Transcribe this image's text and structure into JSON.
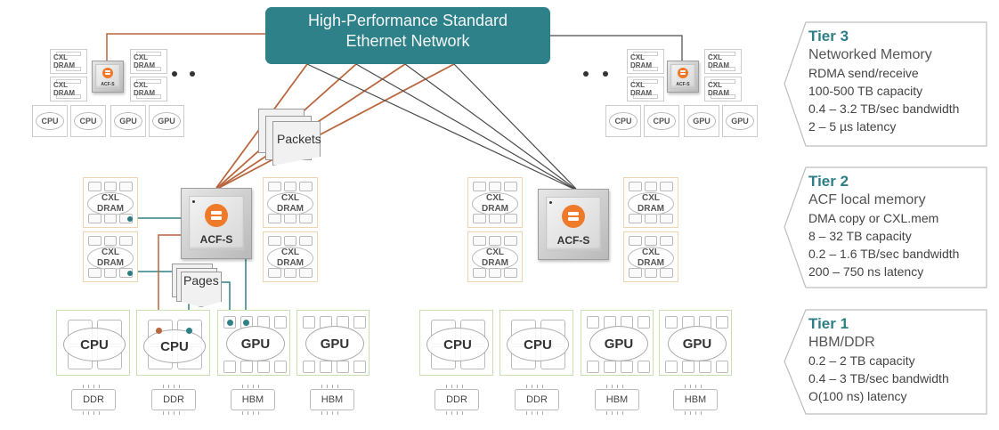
{
  "network": {
    "title_line1": "High-Performance Standard",
    "title_line2": "Ethernet Network"
  },
  "labels": {
    "packets": "Packets",
    "pages": "Pages",
    "acf": "ACF-S",
    "acf_small": "ACF-S",
    "cxl_line1": "CXL",
    "cxl_line2": "DRAM",
    "cxl_small": "CXL DRAM",
    "cpu": "CPU",
    "gpu": "GPU",
    "ddr": "DDR",
    "hbm": "HBM"
  },
  "colors": {
    "teal": "#2f8189",
    "copper": "#b9673f",
    "acf_orange": "#ee7a2a",
    "wire_dark": "#4a4a4a",
    "tier_title": "#2d7e86"
  },
  "tiers": [
    {
      "title": "Tier 3",
      "subtitle": "Networked Memory",
      "lines": [
        "RDMA send/receive",
        "100-500 TB capacity",
        "0.4 – 3.2 TB/sec bandwidth",
        "2 – 5 µs latency"
      ]
    },
    {
      "title": "Tier 2",
      "subtitle": "ACF local memory",
      "lines": [
        "DMA copy or CXL.mem",
        "8 – 32 TB capacity",
        "0.2 – 1.6 TB/sec bandwidth",
        "200 – 750 ns latency"
      ]
    },
    {
      "title": "Tier 1",
      "subtitle": "HBM/DDR",
      "lines": [
        "0.2 – 2 TB capacity",
        "0.4 – 3 TB/sec bandwidth",
        "O(100 ns) latency"
      ]
    }
  ],
  "bottom_nodes": {
    "left": {
      "processors": [
        "CPU",
        "CPU",
        "GPU",
        "GPU"
      ],
      "memories": [
        "DDR",
        "DDR",
        "HBM",
        "HBM"
      ]
    },
    "right": {
      "processors": [
        "CPU",
        "CPU",
        "GPU",
        "GPU"
      ],
      "memories": [
        "DDR",
        "DDR",
        "HBM",
        "HBM"
      ]
    }
  },
  "top_nodes": {
    "left": {
      "processors": [
        "CPU",
        "CPU",
        "GPU",
        "GPU"
      ]
    },
    "right": {
      "processors": [
        "CPU",
        "CPU",
        "GPU",
        "GPU"
      ]
    }
  }
}
